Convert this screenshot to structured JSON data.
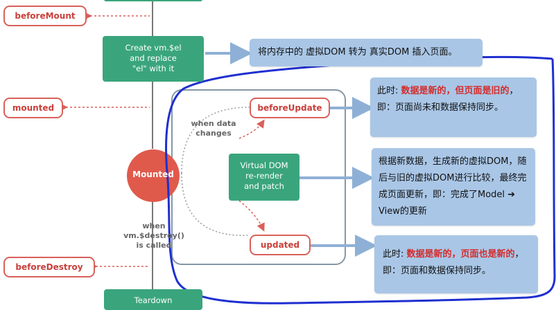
{
  "hooks": {
    "before_mount": "beforeMount",
    "mounted": "mounted",
    "before_update": "beforeUpdate",
    "updated": "updated",
    "before_destroy": "beforeDestroy"
  },
  "steps": {
    "create_el": [
      "Create vm.$el",
      "and replace",
      "\"el\" with it"
    ],
    "mounted_circle": "Mounted",
    "vdom": [
      "Virtual DOM",
      "re-render",
      "and patch"
    ],
    "teardown": "Teardown"
  },
  "annotations": {
    "when_data_changes": [
      "when data",
      "changes"
    ],
    "when_destroy": [
      "when",
      "vm.$destroy()",
      "is called"
    ]
  },
  "notes": {
    "mount_note": "将内存中的 虚拟DOM 转为 真实DOM 插入页面。",
    "before_update_note": {
      "prefix": "此时: ",
      "highlight": "数据是新的，但页面是旧的",
      "suffix": "，即：页面尚未和数据保持同步。"
    },
    "vdom_note": "根据新数据，生成新的虚拟DOM，随后与旧的虚拟DOM进行比较，最终完成页面更新，即：完成了Model ➔ View的更新",
    "updated_note": {
      "prefix": "此时: ",
      "highlight": "数据是新的，页面也是新的",
      "suffix": "，即：页面和数据保持同步。"
    }
  },
  "colors": {
    "hook_border": "#d9605a",
    "hook_text": "#c9403a",
    "green": "#3aa57c",
    "mounted_red": "#e05a4c",
    "note_bg": "#a9c6e6",
    "highlight_red": "#d42b2b",
    "pen_blue": "#1f2fd0"
  }
}
